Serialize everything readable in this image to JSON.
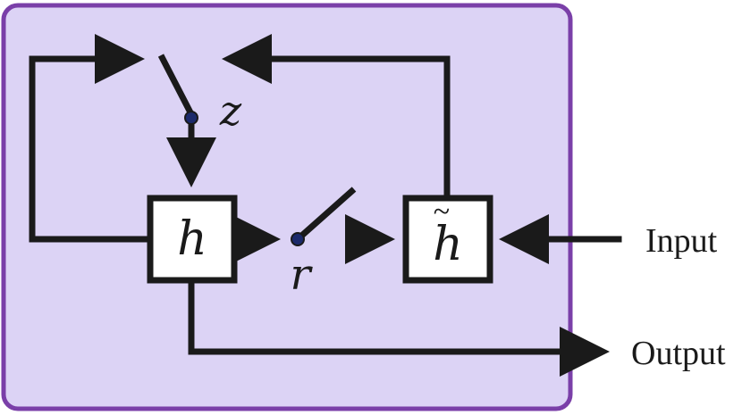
{
  "diagram": {
    "nodes": {
      "h": {
        "label": "h"
      },
      "h_tilde": {
        "label": "h",
        "accent": "~"
      }
    },
    "gates": {
      "z": {
        "label": "z"
      },
      "r": {
        "label": "r"
      }
    },
    "io": {
      "input_label": "Input",
      "output_label": "Output"
    },
    "colors": {
      "panel_fill": "#dcd3f5",
      "panel_border": "#7a3fa8",
      "line": "#1a1a1a",
      "switch_dot": "#1c2a6b",
      "box_fill": "#ffffff"
    }
  }
}
